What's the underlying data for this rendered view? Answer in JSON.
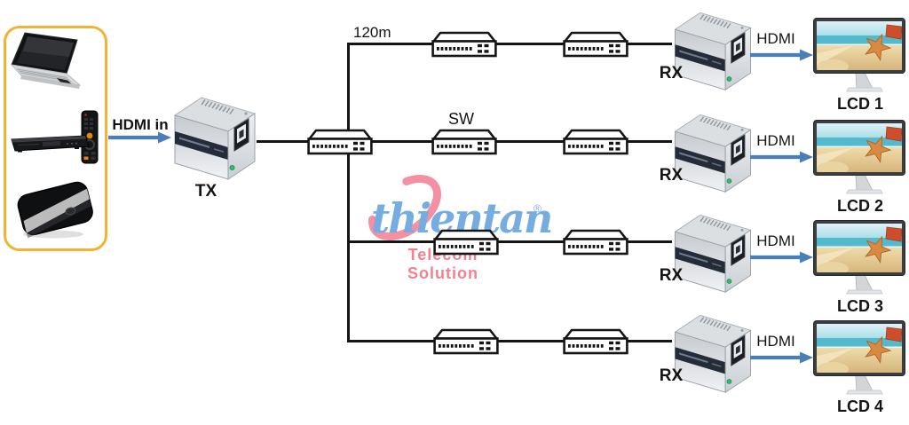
{
  "source_group": {
    "border_color": "#F2B234",
    "devices": [
      {
        "name": "laptop",
        "icon": "laptop-icon"
      },
      {
        "name": "remote-control",
        "icon": "remote-control-icon"
      },
      {
        "name": "dvd-player",
        "icon": "dvd-player-icon"
      },
      {
        "name": "set-top-box",
        "icon": "set-top-box-icon"
      }
    ]
  },
  "tx": {
    "label": "TX",
    "input_label": "HDMI in",
    "icon": "extender-device-icon"
  },
  "network": {
    "distance_label": "120m",
    "switch_label": "SW",
    "switch_icon": "network-switch-icon",
    "switch_count": 9,
    "line_color": "#141414"
  },
  "rows": [
    {
      "rx_label": "RX",
      "cable_label": "HDMI",
      "display_label": "LCD 1"
    },
    {
      "rx_label": "RX",
      "cable_label": "HDMI",
      "display_label": "LCD 2"
    },
    {
      "rx_label": "RX",
      "cable_label": "HDMI",
      "display_label": "LCD 3"
    },
    {
      "rx_label": "RX",
      "cable_label": "HDMI",
      "display_label": "LCD 4"
    }
  ],
  "watermark": {
    "brand": "thientan",
    "registered_mark": "®",
    "tagline": "Telecom Solution",
    "brand_color": "#76ADE0",
    "tagline_color": "#F4808E",
    "swoosh_color": "#F2849A"
  },
  "colors": {
    "arrow": "#4A7EBB",
    "background": "#FFFFFF"
  }
}
